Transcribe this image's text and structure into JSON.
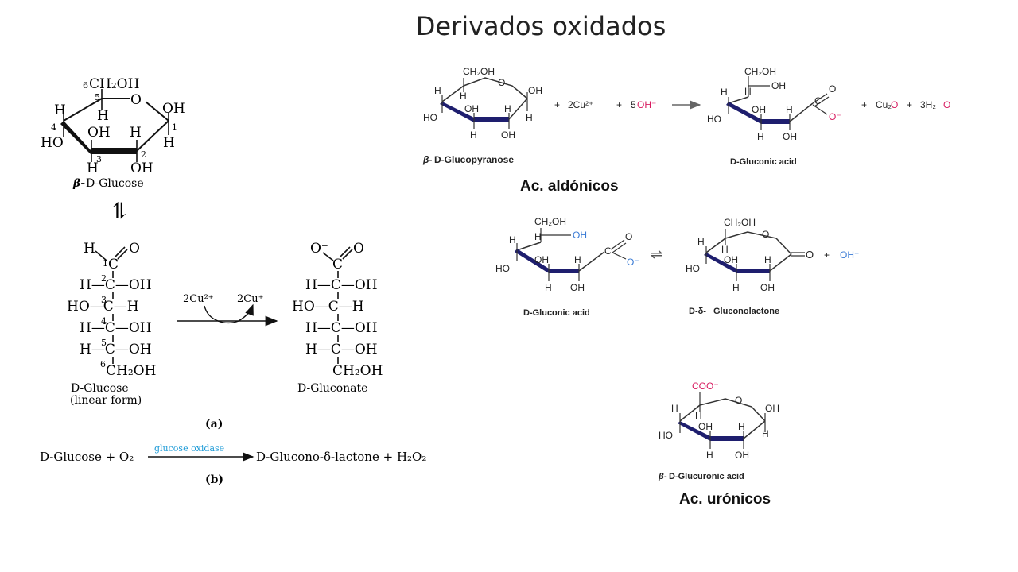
{
  "slide": {
    "title": "Derivados oxidados"
  },
  "colors": {
    "red": "#d81b60",
    "blue": "#3a7bd5",
    "gray": "#777777",
    "cyan": "#1e9bd7"
  },
  "left": {
    "glucose_ring": {
      "c6": "CH₂OH",
      "c6_num": "6",
      "ring_o": "O",
      "oh_c1": "OH",
      "h_c5": "H",
      "h_c4": "H",
      "ho_c4": "HO",
      "oh_c3": "OH",
      "h_c2_up": "H",
      "h_c1": "H",
      "h_c3": "H",
      "oh_c2": "OH",
      "n1": "1",
      "n2": "2",
      "n3": "3",
      "n4": "4",
      "n5": "5",
      "caption_prefix": "β-",
      "caption": "D-Glucose"
    },
    "equilibrium_arrow": "⇌",
    "linear": {
      "c1_h": "H",
      "c1_o": "O",
      "c1": "C",
      "n1": "1",
      "row2": "H—C—OH",
      "n2": "2",
      "row3": "HO—C—H",
      "n3": "3",
      "row4": "H—C—OH",
      "n4": "4",
      "row5": "H—C—OH",
      "n5": "5",
      "row6": "CH₂OH",
      "n6": "6",
      "caption1": "D-Glucose",
      "caption2": "(linear form)"
    },
    "reaction_a": {
      "cu_in": "2Cu²⁺",
      "cu_out": "2Cu⁺"
    },
    "gluconate": {
      "o_minus": "O⁻",
      "o": "O",
      "c1": "C",
      "row2": "H—C—OH",
      "row3": "HO—C—H",
      "row4": "H—C—OH",
      "row5": "H—C—OH",
      "row6": "CH₂OH",
      "caption": "D-Gluconate"
    },
    "label_a": "(a)",
    "reaction_b": {
      "reactants": "D-Glucose + O₂",
      "enzyme": "glucose oxidase",
      "products": "D-Glucono-δ-lactone + H₂O₂"
    },
    "label_b": "(b)"
  },
  "right": {
    "aldonic_eq": {
      "pyranose": {
        "ch2oh": "CH₂OH",
        "o": "O",
        "oh1": "OH",
        "h1": "H",
        "h4_up": "H",
        "ho4": "HO",
        "oh3": "OH",
        "h2": "H",
        "h3": "H",
        "oh2": "OH",
        "caption_prefix": "β-",
        "caption": "D-Glucopyranose"
      },
      "reagent_plus1": "+",
      "reagent_cu": "2Cu²⁺",
      "reagent_plus2": "+",
      "reagent_oh_coef": "5",
      "reagent_oh": "OH⁻",
      "acid": {
        "ch2oh": "CH₂OH",
        "h_top": "H",
        "oh_top": "OH",
        "h4": "H",
        "ho4": "HO",
        "oh3": "OH",
        "h2": "H",
        "h3": "H",
        "oh2": "OH",
        "c": "C",
        "o": "O",
        "o_minus": "O⁻",
        "caption": "D-Gluconic acid"
      },
      "prod_plus1": "+",
      "prod_cu": "Cu₂",
      "prod_cu_o": "O",
      "prod_plus2": "+",
      "prod_h2o_coef": "3H₂",
      "prod_h2o_o": "O"
    },
    "heading_aldonic": "Ac. aldónicos",
    "lactone_eq": {
      "acid": {
        "ch2oh": "CH₂OH",
        "h_top": "H",
        "oh_top": "OH",
        "h4": "H",
        "ho4": "HO",
        "oh3": "OH",
        "h2": "H",
        "h3": "H",
        "oh2": "OH",
        "c": "C",
        "o": "O",
        "o_minus": "O⁻",
        "caption": "D-Gluconic acid"
      },
      "arrow": "⇌",
      "lactone": {
        "ch2oh": "CH₂OH",
        "o_ring": "O",
        "h4_up": "H",
        "ho4": "HO",
        "oh3": "OH",
        "h2": "H",
        "h3": "H",
        "oh2": "OH",
        "o_carbonyl": "O",
        "caption_prefix": "D-δ-",
        "caption": "Gluconolactone"
      },
      "plus": "+",
      "oh_minus": "OH⁻"
    },
    "uronic": {
      "coo": "COO⁻",
      "o": "O",
      "oh1": "OH",
      "h1": "H",
      "h4_up": "H",
      "ho4": "HO",
      "oh3": "OH",
      "h2": "H",
      "h3": "H",
      "oh2": "OH",
      "caption_prefix": "β-",
      "caption": "D-Glucuronic acid"
    },
    "heading_uronic": "Ac. urónicos"
  }
}
